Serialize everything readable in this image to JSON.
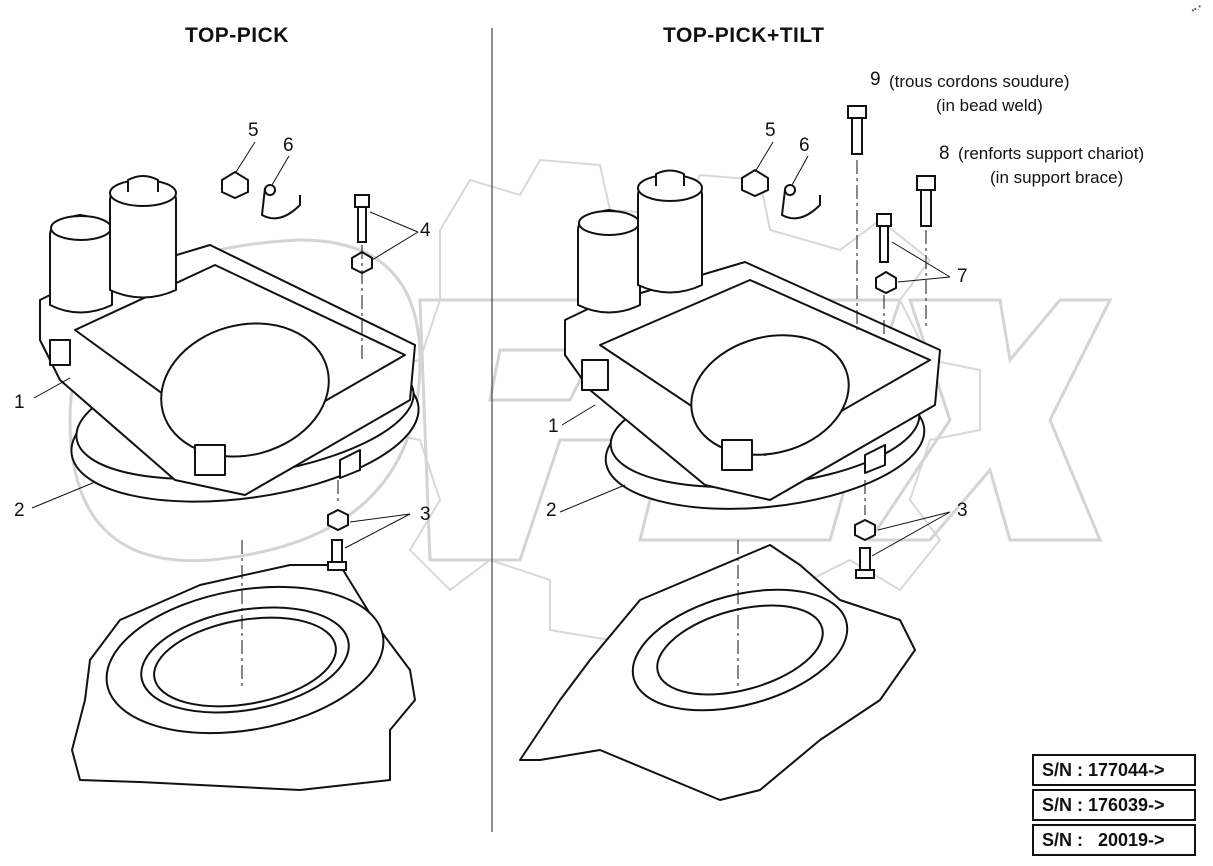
{
  "titles": {
    "left": "TOP-PICK",
    "right": "TOP-PICK+TILT"
  },
  "left_callouts": [
    "1",
    "2",
    "3",
    "4",
    "5",
    "6"
  ],
  "right_callouts": [
    "1",
    "2",
    "3",
    "5",
    "6",
    "7",
    "8",
    "9"
  ],
  "notes": {
    "item9_line1": "(trous cordons soudure)",
    "item9_line2": "(in bead weld)",
    "item8_line1": "(renforts support chariot)",
    "item8_line2": "(in support brace)"
  },
  "serial_numbers": [
    "S/N : 177044->",
    "S/N : 176039->",
    "S/N :   20019->"
  ],
  "watermark": "OPEX",
  "corner_mark": "••.•"
}
